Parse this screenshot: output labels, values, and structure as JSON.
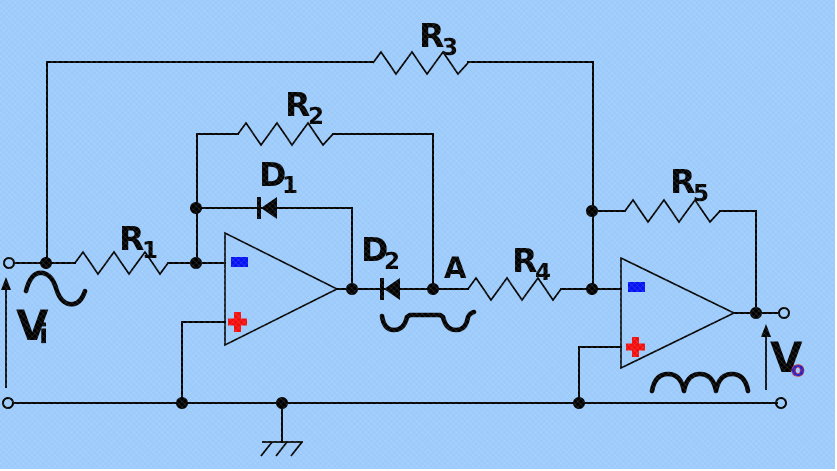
{
  "circuit": {
    "colors": {
      "background": "#9bcafb",
      "wire": "#000000",
      "label_text": "#000000",
      "inverting_marker": "#0411f2",
      "noninverting_marker": "#f20d0d",
      "v_out_sub": "#2222cc",
      "v_out_sub_fringe": "#cc2222"
    },
    "resistors": [
      {
        "id": "R1",
        "label": {
          "main": "R",
          "sub": "1"
        }
      },
      {
        "id": "R2",
        "label": {
          "main": "R",
          "sub": "2"
        }
      },
      {
        "id": "R3",
        "label": {
          "main": "R",
          "sub": "3"
        }
      },
      {
        "id": "R4",
        "label": {
          "main": "R",
          "sub": "4"
        }
      },
      {
        "id": "R5",
        "label": {
          "main": "R",
          "sub": "5"
        }
      }
    ],
    "diodes": [
      {
        "id": "D1",
        "label": {
          "main": "D",
          "sub": "1"
        }
      },
      {
        "id": "D2",
        "label": {
          "main": "D",
          "sub": "2"
        }
      }
    ],
    "opamps": [
      {
        "id": "opamp-1",
        "inverting": "-",
        "noninverting": "+"
      },
      {
        "id": "opamp-2",
        "inverting": "-",
        "noninverting": "+"
      }
    ],
    "node_labels": {
      "a": "A"
    },
    "ports": {
      "input": {
        "main": "V",
        "sub": "i"
      },
      "output": {
        "main": "V",
        "sub": "o"
      }
    },
    "waveform_icons": {
      "input": "sine-wave-icon",
      "node_a": "negative-half-wave-icon",
      "output": "full-wave-rectified-icon"
    }
  }
}
